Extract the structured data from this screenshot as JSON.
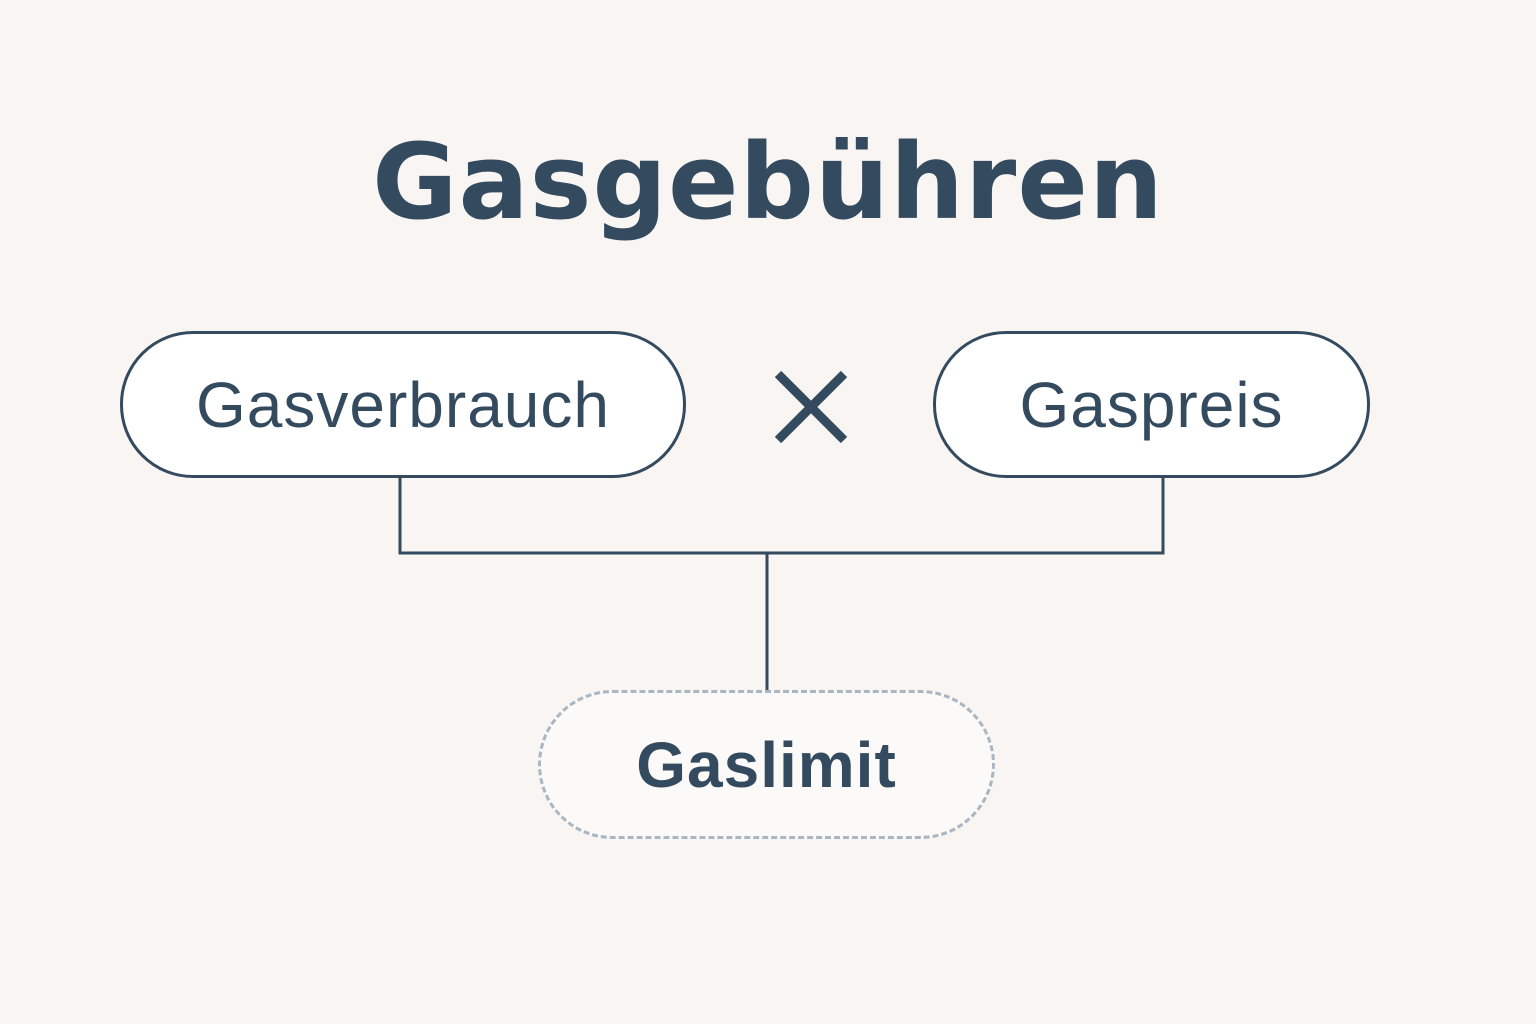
{
  "diagram": {
    "title": "Gasgebühren",
    "operator": "×",
    "nodes": {
      "left": "Gasverbrauch",
      "right": "Gaspreis",
      "result": "Gaslimit"
    },
    "colors": {
      "background": "#f8f5f2",
      "ink": "#344a5f",
      "dashed_border": "#aab6c1"
    }
  }
}
